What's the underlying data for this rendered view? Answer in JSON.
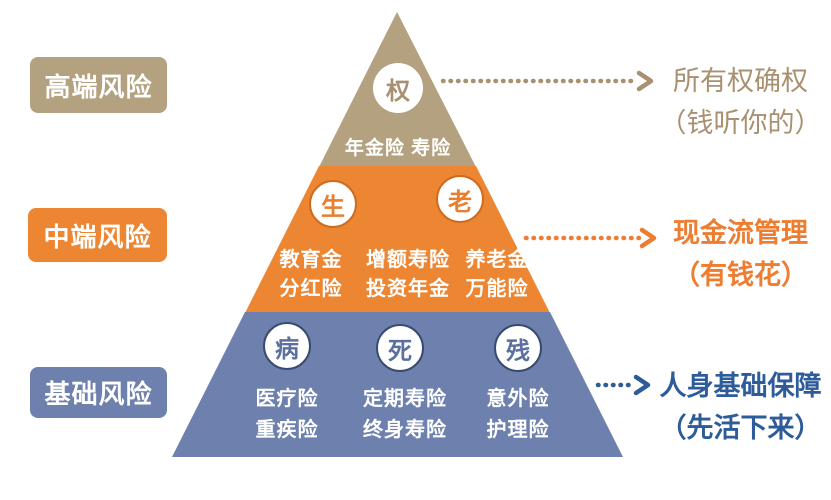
{
  "title": "保险风险金字塔",
  "colors": {
    "tan": "#B3A17F",
    "tan_text": "#A89070",
    "orange": "#ED8633",
    "orange_text": "#ED7D31",
    "blue": "#6E81AE",
    "navy_text": "#2E5B9A",
    "white": "#FFFFFF"
  },
  "left_labels": [
    "高端风险",
    "中端风险",
    "基础风险"
  ],
  "pyramid": {
    "top_tier": {
      "badge": "权",
      "products": "年金险 寿险"
    },
    "middle_tier": {
      "badges": [
        "生",
        "老"
      ],
      "columns": [
        {
          "line1": "教育金",
          "line2": "分红险"
        },
        {
          "line1": "增额寿险",
          "line2": "投资年金"
        },
        {
          "line1": "养老金",
          "line2": "万能险"
        }
      ]
    },
    "bottom_tier": {
      "badges": [
        "病",
        "死",
        "残"
      ],
      "columns": [
        {
          "line1": "医疗险",
          "line2": "重疾险"
        },
        {
          "line1": "定期寿险",
          "line2": "终身寿险"
        },
        {
          "line1": "意外险",
          "line2": "护理险"
        }
      ]
    }
  },
  "annotations": [
    {
      "title": "所有权确权",
      "subtitle": "（钱听你的）"
    },
    {
      "title": "现金流管理",
      "subtitle": "（有钱花）"
    },
    {
      "title": "人身基础保障",
      "subtitle": "（先活下来）"
    }
  ]
}
